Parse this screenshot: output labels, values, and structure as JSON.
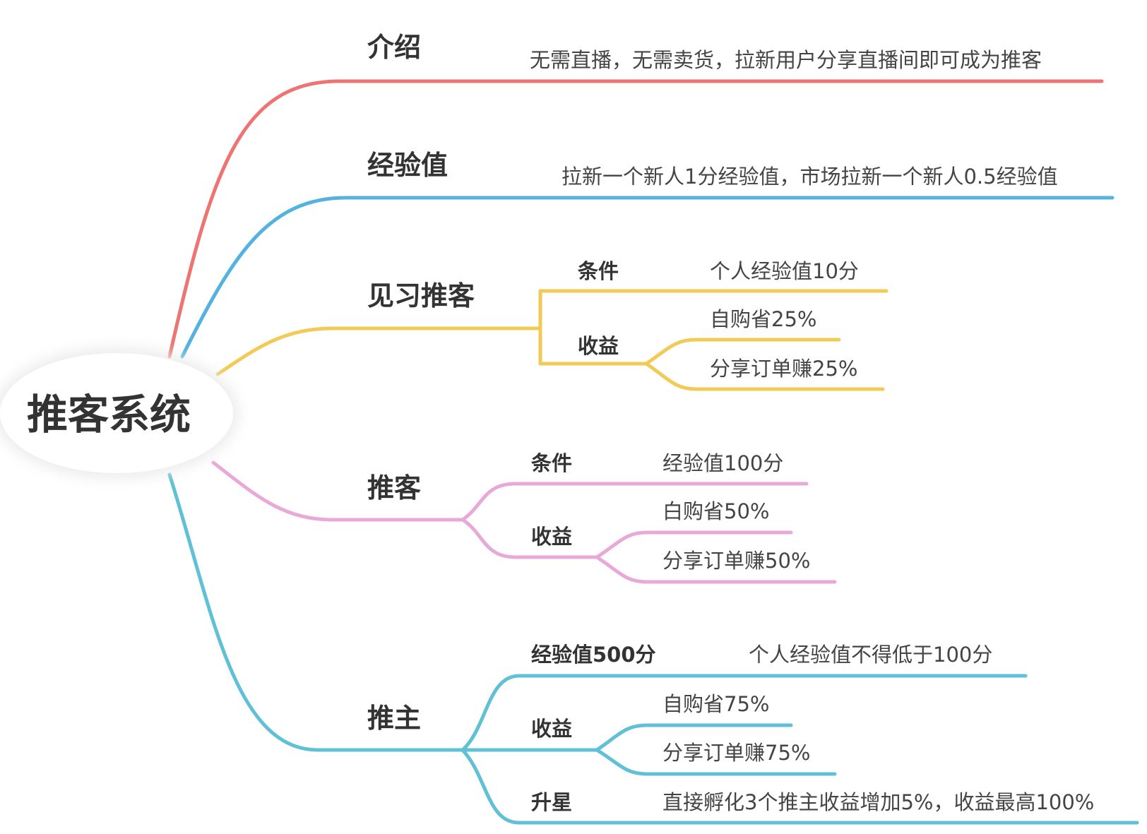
{
  "root": {
    "label": "推客系统"
  },
  "colors": {
    "intro": "#ee7373",
    "experience": "#54b2e0",
    "trainee": "#f2cb57",
    "tuike": "#e8a9d8",
    "tuizhu": "#5fc0d6"
  },
  "branches": {
    "intro": {
      "label": "介绍",
      "desc": "无需直播，无需卖货，拉新用户分享直播间即可成为推客"
    },
    "experience": {
      "label": "经验值",
      "desc": "拉新一个新人1分经验值，市场拉新一个新人0.5经验值"
    },
    "trainee": {
      "label": "见习推客",
      "condition": {
        "label": "条件",
        "value": "个人经验值10分"
      },
      "income": {
        "label": "收益",
        "items": [
          "自购省25%",
          "分享订单赚25%"
        ]
      }
    },
    "tuike": {
      "label": "推客",
      "condition": {
        "label": "条件",
        "value": "经验值100分"
      },
      "income": {
        "label": "收益",
        "items": [
          "白购省50%",
          "分享订单赚50%"
        ]
      }
    },
    "tuizhu": {
      "label": "推主",
      "condition": {
        "label": "经验值500分",
        "value": "个人经验值不得低于100分"
      },
      "income": {
        "label": "收益",
        "items": [
          "自购省75%",
          "分享订单赚75%"
        ]
      },
      "upgrade": {
        "label": "升星",
        "value": "直接孵化3个推主收益增加5%，收益最高100%"
      }
    }
  }
}
